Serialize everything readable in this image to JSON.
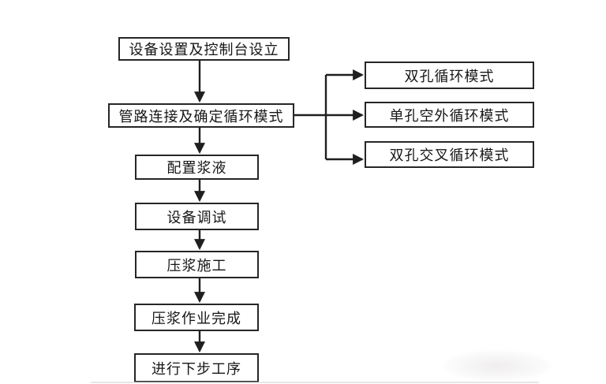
{
  "diagram": {
    "steps": [
      {
        "label": "设备设置及控制台设立"
      },
      {
        "label": "管路连接及确定循环模式"
      },
      {
        "label": "配置浆液"
      },
      {
        "label": "设备调试"
      },
      {
        "label": "压浆施工"
      },
      {
        "label": "压浆作业完成"
      },
      {
        "label": "进行下步工序"
      }
    ],
    "modes": [
      {
        "label": "双孔循环模式"
      },
      {
        "label": "单孔空外循环模式"
      },
      {
        "label": "双孔交叉循环模式"
      }
    ],
    "colors": {
      "background": "#ffffff",
      "box_border": "#262626",
      "line": "#1f1f1f",
      "text": "#161616"
    }
  }
}
